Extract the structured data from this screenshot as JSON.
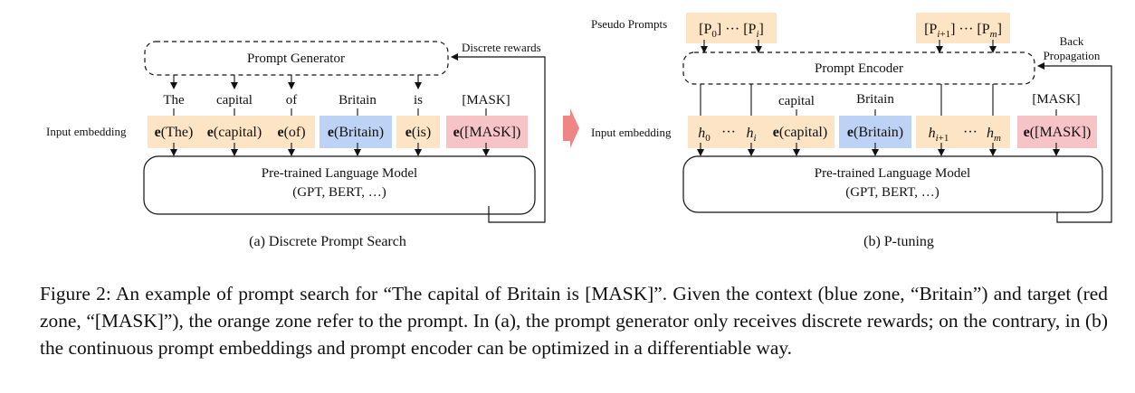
{
  "panel_a": {
    "generator_label": "Prompt Generator",
    "rewards_label": "Discrete rewards",
    "words": [
      "The",
      "capital",
      "of",
      "Britain",
      "is",
      "[MASK]"
    ],
    "input_embedding_label": "Input embedding",
    "embeddings": [
      "(The)",
      "(capital)",
      "(of)",
      "(Britain)",
      "(is)",
      "([MASK])"
    ],
    "embedding_prefix": "e",
    "model_line1": "Pre-trained Language Model",
    "model_line2": "(GPT, BERT, …)",
    "subcaption": "(a) Discrete Prompt Search"
  },
  "panel_b": {
    "pseudo_prompts_label": "Pseudo Prompts",
    "encoder_label": "Prompt Encoder",
    "back_prop_line1": "Back",
    "back_prop_line2": "Propagation",
    "words": [
      "capital",
      "Britain",
      "[MASK]"
    ],
    "input_embedding_label": "Input embedding",
    "embeddings": [
      "(capital)",
      "(Britain)",
      "([MASK])"
    ],
    "embedding_prefix": "e",
    "model_line1": "Pre-trained Language Model",
    "model_line2": "(GPT, BERT, …)",
    "subcaption": "(b) P-tuning"
  },
  "colors": {
    "orange_zone": "#fce4c4",
    "blue_zone": "#bcd3f5",
    "red_zone": "#f6c4c6",
    "arrow_accent": "#f08585"
  },
  "caption": "Figure 2: An example of prompt search for “The capital of Britain is [MASK]”. Given the context (blue zone, “Britain”) and target (red zone, “[MASK]”), the orange zone refer to the prompt. In (a), the prompt generator only receives discrete rewards; on the contrary, in (b) the continuous prompt embeddings and prompt encoder can be optimized in a differentiable way."
}
